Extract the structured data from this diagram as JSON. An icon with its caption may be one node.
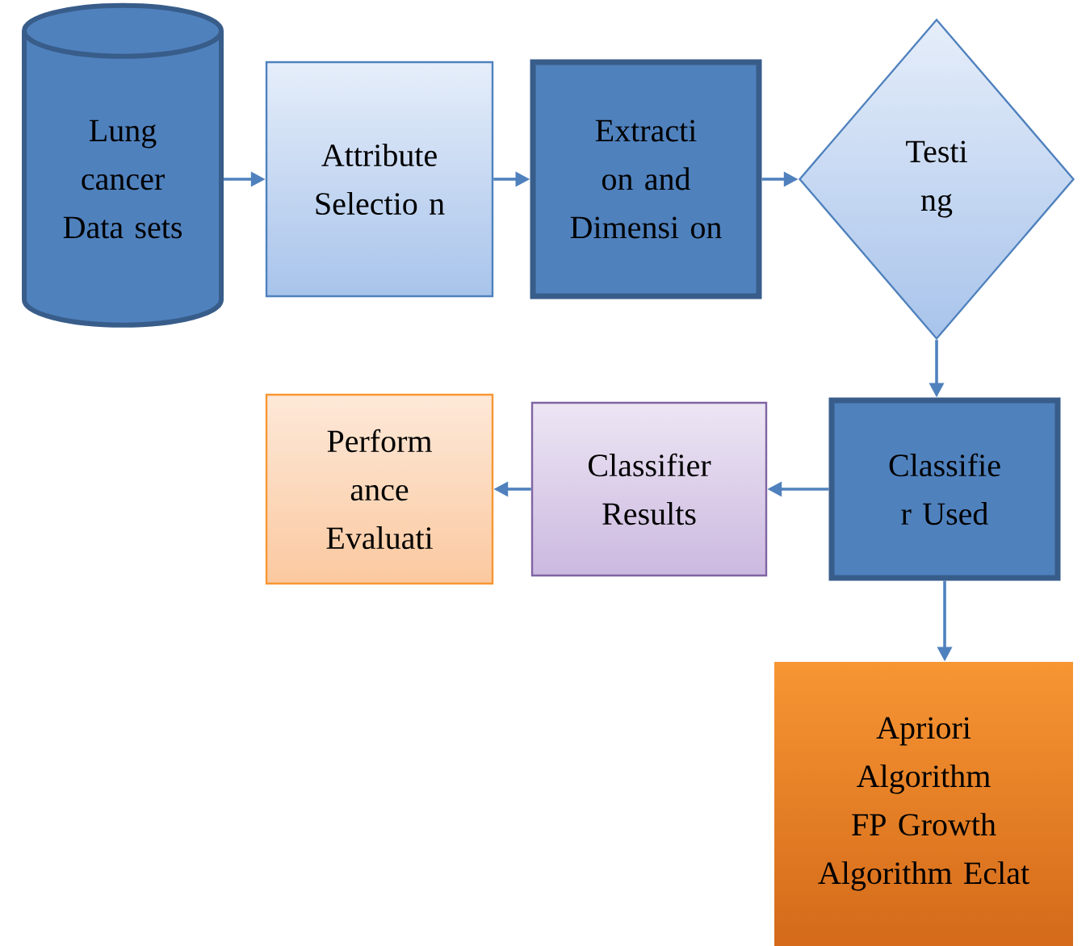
{
  "diagram": {
    "nodes": [
      {
        "text": [
          "Lung cancer Data sets"
        ]
      },
      {
        "text": [
          "Attribute Selectio n"
        ]
      },
      {
        "text": [
          "Extracti on and Dimensi on"
        ]
      },
      {
        "text": [
          "Testi ng"
        ]
      },
      {
        "text": [
          "Classifie r Used"
        ]
      },
      {
        "text": [
          "Classifier Results"
        ]
      },
      {
        "text": [
          "Perform ance Evaluati"
        ]
      },
      {
        "text": [
          "Apriori Algorithm FP Growth Algorithm Eclat"
        ]
      }
    ],
    "edges": [
      {
        "from": 0,
        "to": 1,
        "arrow": "to"
      },
      {
        "from": 1,
        "to": 2,
        "arrow": "to"
      },
      {
        "from": 2,
        "to": 3,
        "arrow": "to"
      },
      {
        "from": 3,
        "to": 4,
        "arrow": "to"
      },
      {
        "from": 4,
        "to": 5,
        "arrow": "to"
      },
      {
        "from": 5,
        "to": 6,
        "arrow": "to"
      },
      {
        "from": 4,
        "to": 7,
        "arrow": "to"
      }
    ]
  }
}
